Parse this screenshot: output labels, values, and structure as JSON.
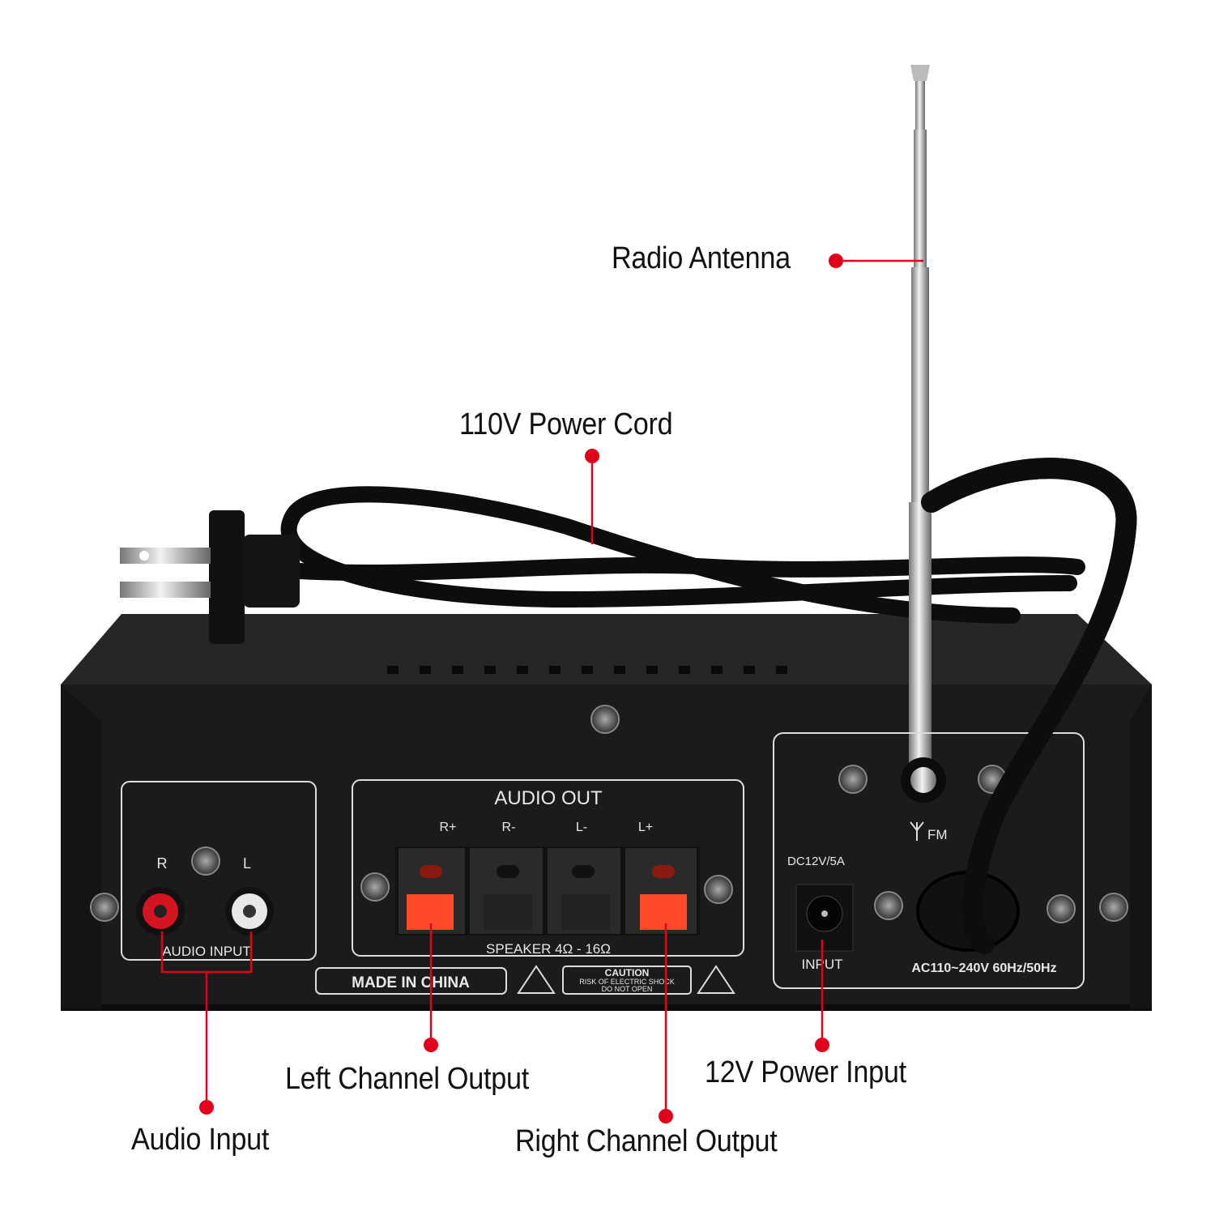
{
  "callouts": {
    "radio_antenna": "Radio Antenna",
    "power_cord": "110V Power Cord",
    "left_channel": "Left Channel Output",
    "right_channel": "Right Channel Output",
    "audio_input": "Audio Input",
    "power_input_12v": "12V Power Input"
  },
  "panel": {
    "audio_input": {
      "r": "R",
      "l": "L",
      "label": "AUDIO INPUT"
    },
    "audio_out": {
      "title": "AUDIO OUT",
      "terminals": [
        "R+",
        "R-",
        "L-",
        "L+"
      ],
      "speaker": "SPEAKER 4Ω - 16Ω"
    },
    "made_in": "MADE IN CHINA",
    "caution": {
      "title": "CAUTION",
      "line1": "RISK OF ELECTRIC SHOCK",
      "line2": "DO NOT OPEN"
    },
    "fm": "FM",
    "dc": {
      "spec": "DC12V/5A",
      "label": "INPUT"
    },
    "ac": "AC110~240V 60Hz/50Hz"
  },
  "colors": {
    "callout_red": "#e3001b",
    "terminal_red": "#ff4a2a",
    "body": "#1b1b1b"
  }
}
